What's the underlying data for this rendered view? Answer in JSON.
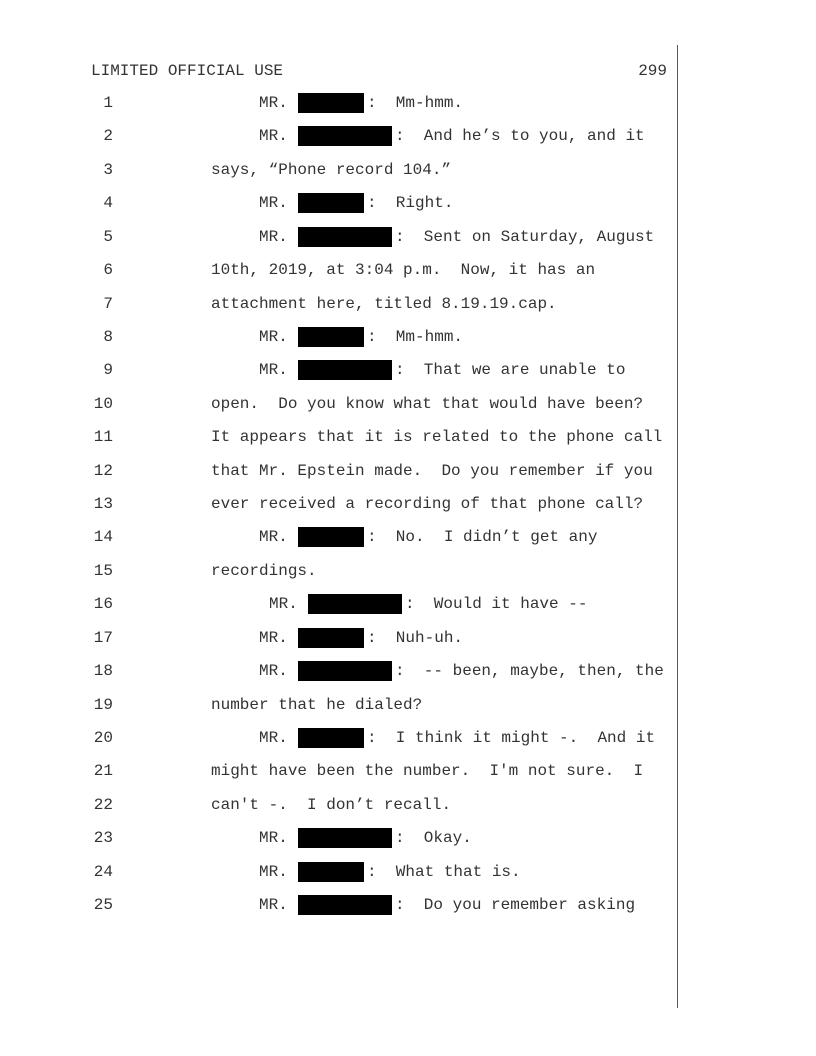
{
  "header": {
    "label": "LIMITED OFFICIAL USE",
    "page_number": "299"
  },
  "lines": [
    {
      "n": "1",
      "speaker": "MR.",
      "redaction": "short",
      "text": ":  Mm-hmm."
    },
    {
      "n": "2",
      "speaker": "MR.",
      "redaction": "long",
      "text": ":  And he’s to you, and it"
    },
    {
      "n": "3",
      "text": "says, “Phone record 104.”"
    },
    {
      "n": "4",
      "speaker": "MR.",
      "redaction": "short",
      "text": ":  Right."
    },
    {
      "n": "5",
      "speaker": "MR.",
      "redaction": "long",
      "text": ":  Sent on Saturday, August"
    },
    {
      "n": "6",
      "text": "10th, 2019, at 3:04 p.m.  Now, it has an"
    },
    {
      "n": "7",
      "text": "attachment here, titled 8.19.19.cap."
    },
    {
      "n": "8",
      "speaker": "MR.",
      "redaction": "short",
      "text": ":  Mm-hmm."
    },
    {
      "n": "9",
      "speaker": "MR.",
      "redaction": "long",
      "text": ":  That we are unable to"
    },
    {
      "n": "10",
      "text": "open.  Do you know what that would have been?"
    },
    {
      "n": "11",
      "text": "It appears that it is related to the phone call"
    },
    {
      "n": "12",
      "text": "that Mr. Epstein made.  Do you remember if you"
    },
    {
      "n": "13",
      "text": "ever received a recording of that phone call?"
    },
    {
      "n": "14",
      "speaker": "MR.",
      "redaction": "short",
      "text": ":  No.  I didn’t get any"
    },
    {
      "n": "15",
      "text": "recordings."
    },
    {
      "n": "16",
      "speaker": "MR.",
      "redaction": "long",
      "indent": "extra",
      "text": ":  Would it have --"
    },
    {
      "n": "17",
      "speaker": "MR.",
      "redaction": "short",
      "text": ":  Nuh-uh."
    },
    {
      "n": "18",
      "speaker": "MR.",
      "redaction": "long",
      "text": ":  -- been, maybe, then, the"
    },
    {
      "n": "19",
      "text": "number that he dialed?"
    },
    {
      "n": "20",
      "speaker": "MR.",
      "redaction": "short",
      "text": ":  I think it might -.  And it"
    },
    {
      "n": "21",
      "text": "might have been the number.  I'm not sure.  I"
    },
    {
      "n": "22",
      "text": "can't -.  I don’t recall."
    },
    {
      "n": "23",
      "speaker": "MR.",
      "redaction": "long",
      "text": ":  Okay."
    },
    {
      "n": "24",
      "speaker": "MR.",
      "redaction": "short",
      "text": ":  What that is."
    },
    {
      "n": "25",
      "speaker": "MR.",
      "redaction": "long",
      "text": ":  Do you remember asking"
    }
  ]
}
